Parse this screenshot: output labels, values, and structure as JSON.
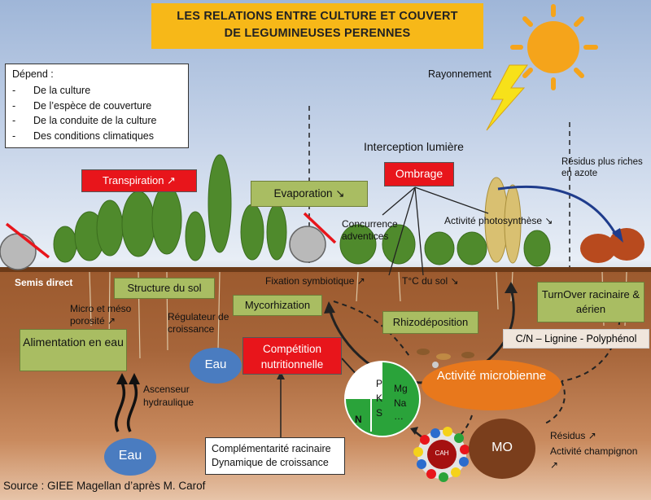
{
  "title": {
    "line1": "LES RELATIONS ENTRE CULTURE ET COUVERT",
    "line2": "DE LEGUMINEUSES PERENNES"
  },
  "depend": {
    "heading": "Dépend :",
    "items": [
      "De la culture",
      "De l’espèce de couverture",
      "De la conduite de la culture",
      "Des conditions climatiques"
    ]
  },
  "labels": {
    "rayonnement": "Rayonnement",
    "interception": "Interception lumière",
    "residus_azote": "Résidus plus riches en azote",
    "transpiration": "Transpiration ↗",
    "evaporation": "Evaporation ↘",
    "ombrage": "Ombrage",
    "concurrence": "Concurrence adventices",
    "photosynthese": "Activité photosynthèse ↘",
    "semis_direct": "Semis direct",
    "structure_sol": "Structure du sol",
    "micro_meso": "Micro et méso porosité ↗",
    "regulateur": "Régulateur de croissance",
    "mycorhization": "Mycorhization",
    "fixation": "Fixation symbiotique ↗",
    "tc_sol": "T°C du sol ↘",
    "rhizodeposition": "Rhizodéposition",
    "turnover": "TurnOver racinaire & aérien",
    "cn_lignine": "C/N – Lignine - Polyphénol",
    "alimentation": "Alimentation en eau",
    "eau1": "Eau",
    "eau2": "Eau",
    "competition": "Compétition nutritionnelle",
    "ascenseur": "Ascenseur hydraulique",
    "activite_micro": "Activité microbienne",
    "mo": "MO",
    "cah": "CAH",
    "complementarite": "Complémentarité racinaire Dynamique de croissance",
    "residus": "Résidus ↗",
    "activite_champ": "Activité champignon ↗",
    "source": "Source : GIEE Magellan d’après M. Carof"
  },
  "nutrients": {
    "n": "N",
    "p": "P",
    "k": "K",
    "s": "S",
    "mg": "Mg",
    "na": "Na",
    "etc": "…"
  },
  "colors": {
    "red": "#e8151b",
    "green": "#a9bd62",
    "orange": "#f7b818",
    "micro": "#e8781c",
    "mo": "#7a3e1c",
    "eau": "#4a7cc0",
    "arrow_blue": "#1f3c8c"
  }
}
